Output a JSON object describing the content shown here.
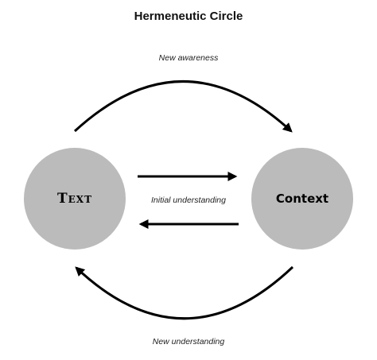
{
  "title": "Hermeneutic Circle",
  "nodes": {
    "left": {
      "label": "Text"
    },
    "right": {
      "label": "Context"
    }
  },
  "captions": {
    "top": "New awareness",
    "middle": "Initial understanding",
    "bottom": "New understanding"
  },
  "colors": {
    "node_fill": "#bbbbbb",
    "stroke": "#000000",
    "background": "#ffffff"
  }
}
